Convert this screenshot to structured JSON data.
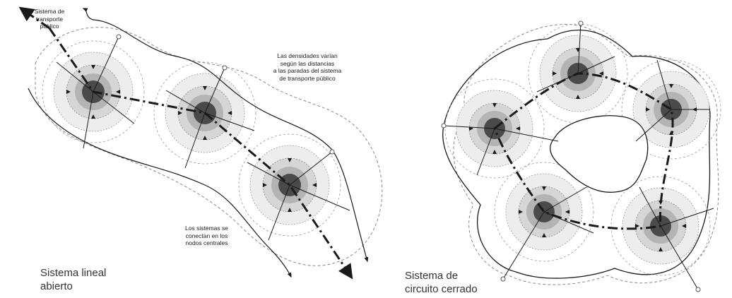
{
  "labels": {
    "transit_system": "Sistema de\ntransporte\npúblico",
    "densities": "Las densidades varían\nsegún las distancias\na las paradas del sistema\nde transporte público",
    "connect_nodes": "Los sistemas se\nconectan en los\nnodos centrales",
    "linear_title": "Sistema lineal\nabierto",
    "closed_title": "Sistema de\ncircuito cerrado"
  },
  "colors": {
    "line": "#1a1a1a",
    "ring_outer": "#ededed",
    "ring_mid": "#d6d6d6",
    "ring_inner": "#b4b4b4",
    "core": "#4a4a4a",
    "dashed": "#8a8a8a"
  }
}
